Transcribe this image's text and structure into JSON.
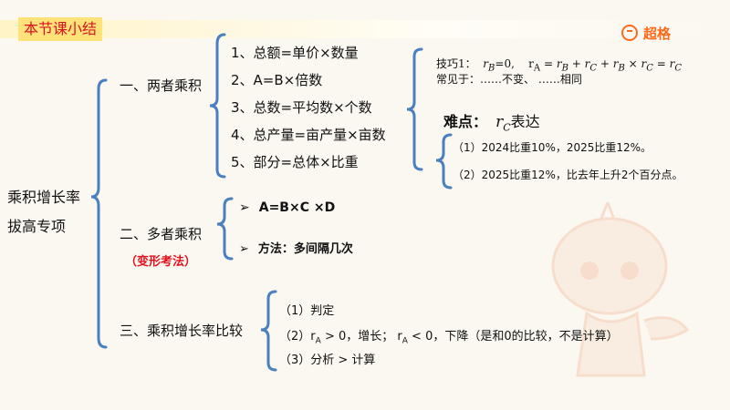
{
  "header": {
    "title": "本节课小结",
    "logo_text": "超格"
  },
  "root": {
    "line1": "乘积增长率",
    "line2": "拔高专项"
  },
  "branch1": {
    "label": "一、两者乘积",
    "items": [
      "1、总额=单价×数量",
      "2、A=B×倍数",
      "3、总数=平均数×个数",
      "4、总产量=亩产量×亩数",
      "5、部分=总体×比重"
    ],
    "tip": {
      "prefix": "技巧1：",
      "common_prefix": "常见于：",
      "common_text": "……不变、 ……相同"
    },
    "difficulty": {
      "label": "难点：",
      "expr_suffix": "表达",
      "items": [
        "（1）2024比重10%，2025比重12%。",
        "（2）2025比重12%，比去年上升2个百分点。"
      ]
    }
  },
  "branch2": {
    "label": "二、多者乘积",
    "note": "（变形考法）",
    "items": [
      "A=B×C ×D",
      "方法：多间隔几次"
    ]
  },
  "branch3": {
    "label": "三、乘积增长率比较",
    "items": {
      "first": "（1）判定",
      "second_prefix": "（2）",
      "second_mid": " > 0，增长；  ",
      "second_end": " < 0，下降（是和0的比较，不是计算）",
      "third": "（3）分析 > 计算"
    }
  },
  "colors": {
    "bracket": "#4a7fc1",
    "accent_red": "#e0111b",
    "title_bg": "#ffe27a",
    "logo": "#ff6a1a"
  }
}
